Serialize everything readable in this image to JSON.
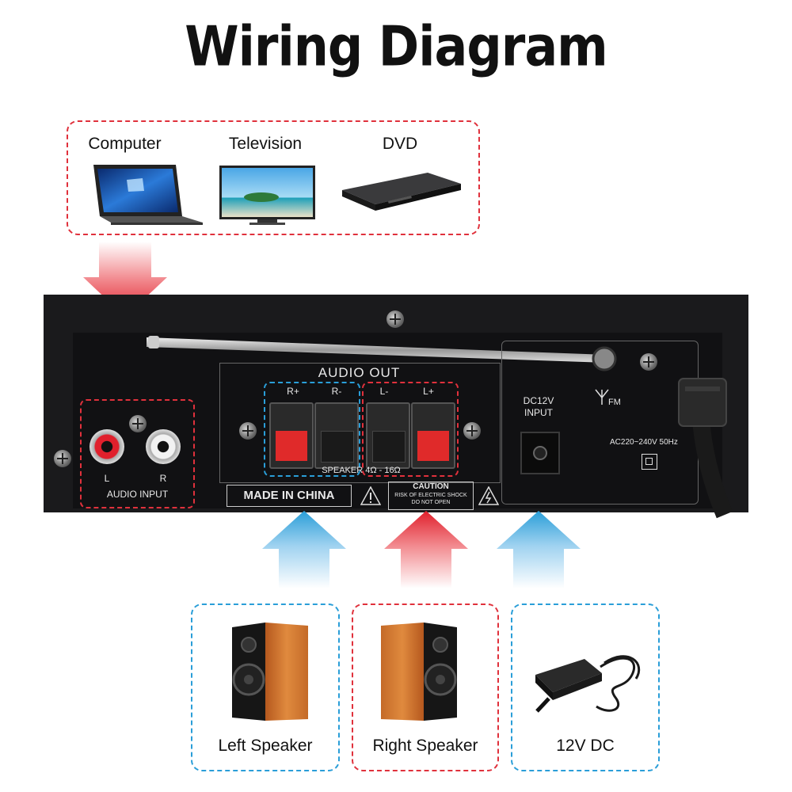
{
  "title": "Wiring Diagram",
  "sources": [
    {
      "label": "Computer",
      "icon": "laptop-icon"
    },
    {
      "label": "Television",
      "icon": "television-icon"
    },
    {
      "label": "DVD",
      "icon": "dvd-player-icon"
    }
  ],
  "amplifier": {
    "audio_out": "AUDIO OUT",
    "terminals": [
      "R+",
      "R-",
      "L-",
      "L+"
    ],
    "speaker_spec": "SPEAKER 4Ω - 16Ω",
    "audio_input": "AUDIO INPUT",
    "rca_left": "L",
    "rca_right": "R",
    "made_in": "MADE IN CHINA",
    "caution_title": "CAUTION",
    "caution_line1": "RISK OF ELECTRIC SHOCK",
    "caution_line2": "DO NOT OPEN",
    "dc_label_1": "DC12V",
    "dc_label_2": "INPUT",
    "fm_label": "FM",
    "ac_label": "AC220~240V 50Hz"
  },
  "outputs": [
    {
      "label": "Left Speaker",
      "icon": "speaker-icon"
    },
    {
      "label": "Right Speaker",
      "icon": "speaker-icon"
    },
    {
      "label": "12V DC",
      "icon": "power-adapter-icon"
    }
  ],
  "colors": {
    "red": "#e0313c",
    "blue": "#2a9ed8",
    "panel": "#1a1a1c"
  }
}
